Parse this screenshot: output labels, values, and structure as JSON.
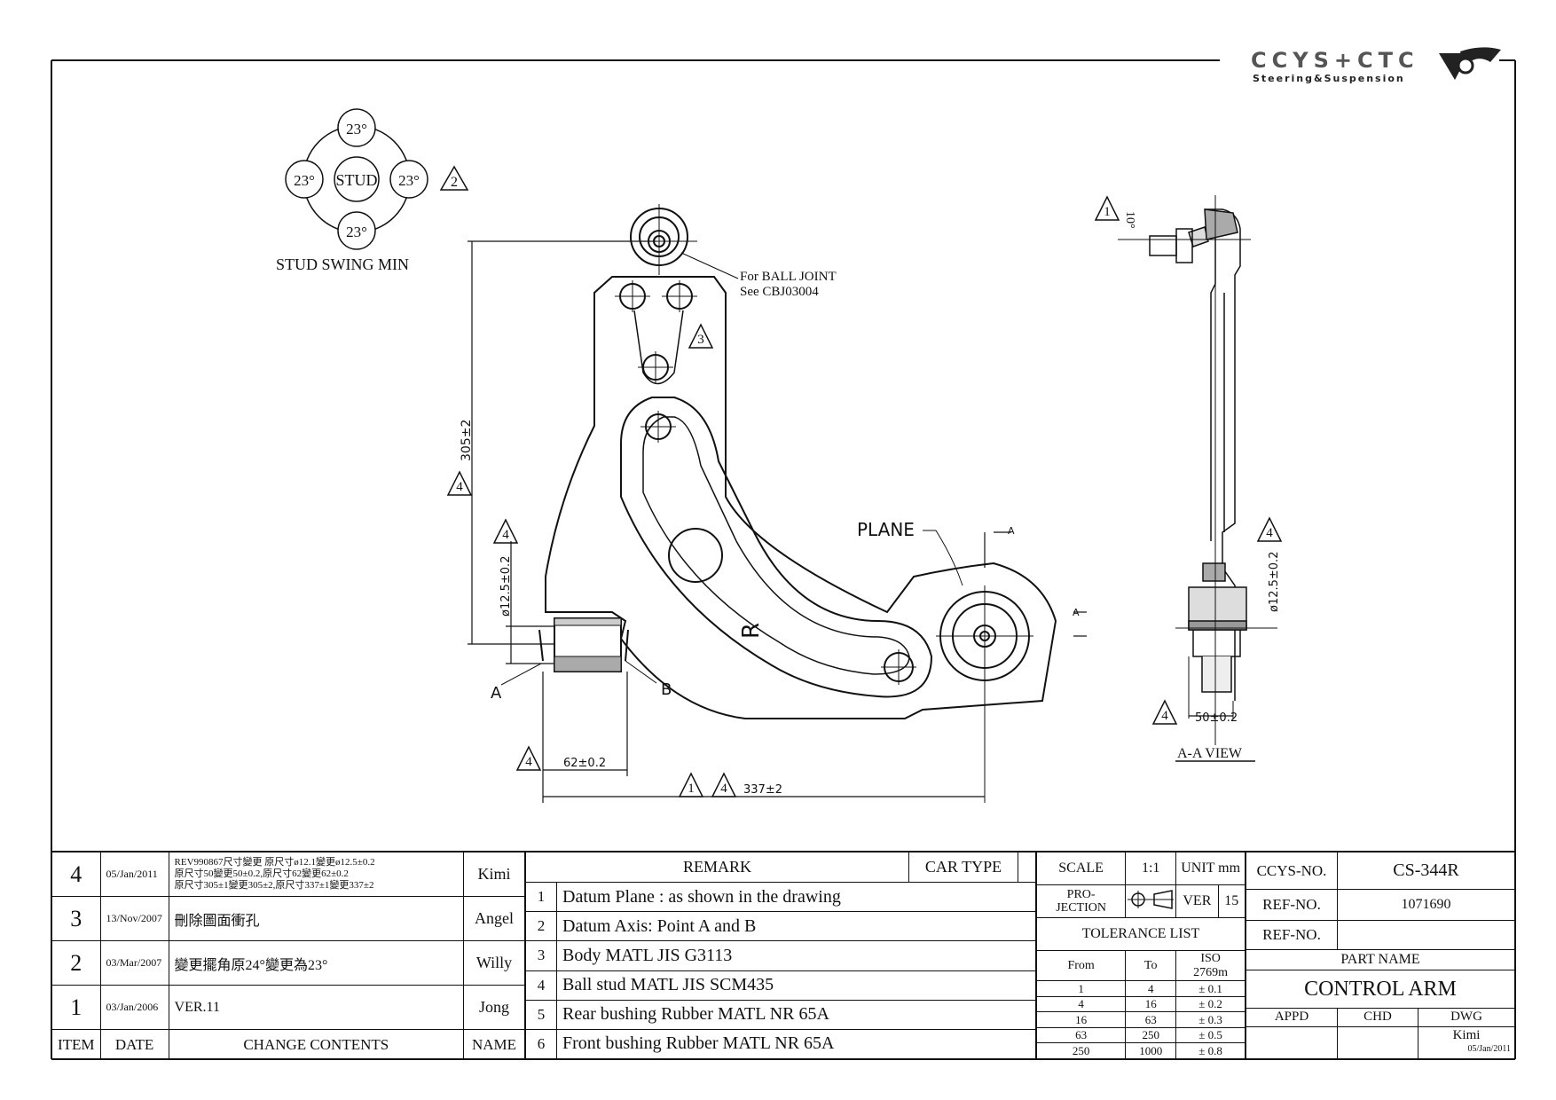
{
  "logo": {
    "brand": "CCYS+CTC",
    "tagline": "Steering&Suspension"
  },
  "drawing": {
    "stud_swing": {
      "label": "STUD SWING MIN",
      "center": "STUD",
      "angles": [
        "23°",
        "23°",
        "23°",
        "23°"
      ],
      "rev": "2"
    },
    "ball_joint_note": [
      "For BALL JOINT",
      "See CBJ03004"
    ],
    "rev3_marker": "3",
    "dim_305": "305±2",
    "dim_125_left": "ø12.5±0.2",
    "dim_125_right": "ø12.5±0.2",
    "dim_62": "62±0.2",
    "dim_337": "337±2",
    "dim_50": "50±0.2",
    "label_plane": "PLANE",
    "label_A": "A",
    "label_B": "B",
    "label_R": "R",
    "section_mark": "A",
    "angle_10": "10°",
    "aa_view": "A-A VIEW",
    "rev4": "4",
    "rev1": "1"
  },
  "revisions": [
    {
      "item": "4",
      "date": "05/Jan/2011",
      "contents": [
        "REV990867尺寸變更 原尺寸ø12.1變更ø12.5±0.2",
        "原尺寸50變更50±0.2,原尺寸62變更62±0.2",
        "原尺寸305±1變更305±2,原尺寸337±1變更337±2"
      ],
      "name": "Kimi"
    },
    {
      "item": "3",
      "date": "13/Nov/2007",
      "contents": [
        "刪除圖面衝孔"
      ],
      "name": "Angel"
    },
    {
      "item": "2",
      "date": "03/Mar/2007",
      "contents": [
        "變更擺角原24°變更為23°"
      ],
      "name": "Willy"
    },
    {
      "item": "1",
      "date": "03/Jan/2006",
      "contents": [
        "VER.11"
      ],
      "name": "Jong"
    }
  ],
  "rev_header": {
    "item": "ITEM",
    "date": "DATE",
    "contents": "CHANGE CONTENTS",
    "name": "NAME"
  },
  "remarks": {
    "header": "REMARK",
    "car_type": "CAR TYPE",
    "items": [
      {
        "n": "1",
        "text": "Datum Plane : as shown in the drawing"
      },
      {
        "n": "2",
        "text": "Datum Axis: Point A and B"
      },
      {
        "n": "3",
        "text": "Body MATL JIS G3113"
      },
      {
        "n": "4",
        "text": "Ball stud MATL JIS SCM435"
      },
      {
        "n": "5",
        "text": "Rear bushing Rubber MATL NR 65A"
      },
      {
        "n": "6",
        "text": "Front bushing Rubber MATL NR 65A"
      }
    ]
  },
  "specs": {
    "scale_label": "SCALE",
    "scale": "1:1",
    "unit_label": "UNIT",
    "unit": "mm",
    "projection_label": "PRO-JECTION",
    "ver_label": "VER",
    "ver": "15",
    "tolerance_title": "TOLERANCE LIST",
    "tol_head": [
      "From",
      "To",
      "ISO 2769m"
    ],
    "tolerances": [
      [
        "1",
        "4",
        "± 0.1"
      ],
      [
        "4",
        "16",
        "± 0.2"
      ],
      [
        "16",
        "63",
        "± 0.3"
      ],
      [
        "63",
        "250",
        "± 0.5"
      ],
      [
        "250",
        "1000",
        "± 0.8"
      ]
    ]
  },
  "title_block": {
    "ccys_no_label": "CCYS-NO.",
    "ccys_no": "CS-344R",
    "ref_no_label": "REF-NO.",
    "ref_no": "1071690",
    "ref_no2_label": "REF-NO.",
    "ref_no2": "",
    "part_name_label": "PART NAME",
    "part_name": "CONTROL ARM",
    "appd": "APPD",
    "chd": "CHD",
    "dwg": "DWG",
    "drawn_by": "Kimi",
    "drawn_date": "05/Jan/2011"
  }
}
